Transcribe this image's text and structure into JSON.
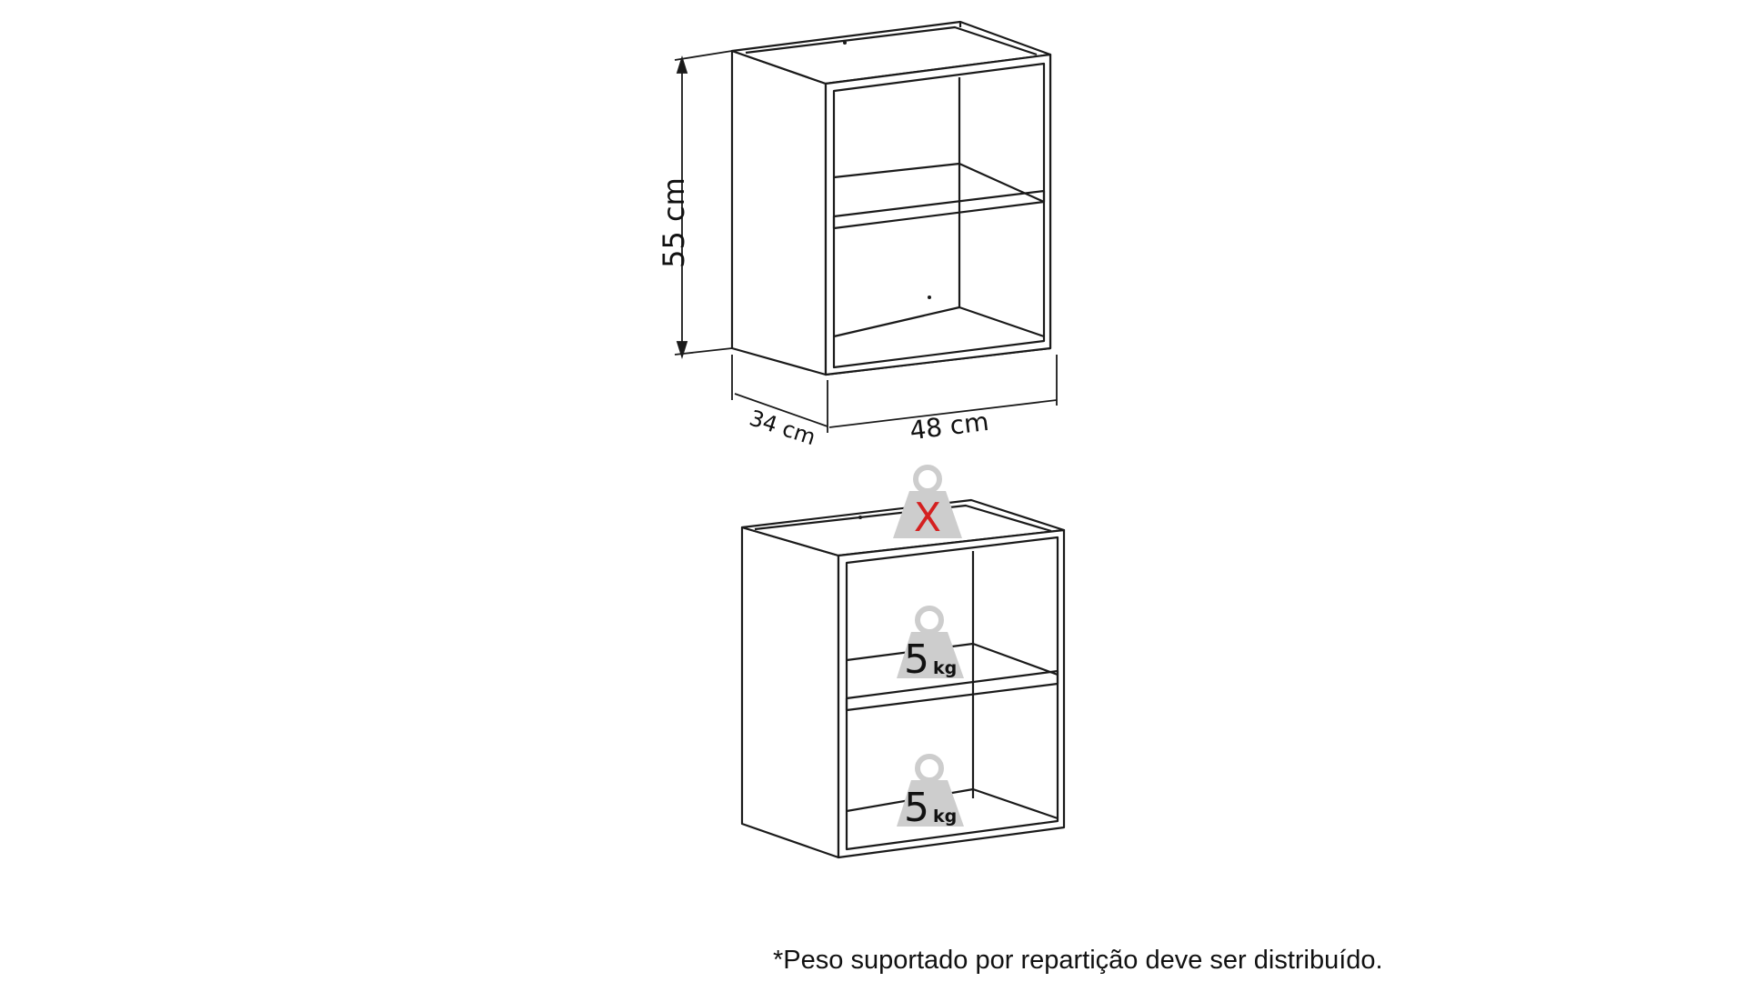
{
  "dimensions": {
    "height": "55 cm",
    "depth": "34 cm",
    "width": "48 cm"
  },
  "load_labels": {
    "top": "X",
    "shelf_upper_value": "5",
    "shelf_upper_unit": "kg",
    "shelf_lower_value": "5",
    "shelf_lower_unit": "kg"
  },
  "footnote": "*Peso suportado por repartição deve ser distribuído.",
  "colors": {
    "line": "#1a1a1a",
    "weight_fill": "#cdcdcd",
    "no_load_mark": "#d42020"
  }
}
